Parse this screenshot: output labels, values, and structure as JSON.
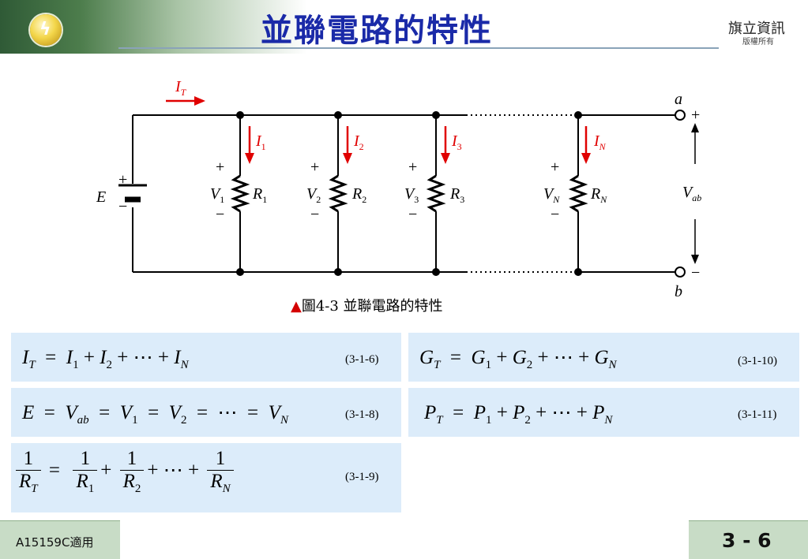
{
  "header": {
    "title": "並聯電路的特性",
    "publisher": "旗立資訊",
    "rights": "版權所有",
    "colors": {
      "title": "#1a2aa8",
      "header_band": "#2f5a36",
      "footer": "#c8dcc6",
      "equation_box": "#dcecfa",
      "current_arrow": "#e00000"
    }
  },
  "circuit": {
    "total_current": {
      "symbol": "I",
      "sub": "T"
    },
    "source": "E",
    "plus": "+",
    "minus": "−",
    "terminal_a": "a",
    "terminal_b": "b",
    "output_voltage": {
      "symbol": "V",
      "sub": "ab"
    },
    "branches": [
      {
        "current": "I",
        "current_sub": "1",
        "voltage": "V",
        "voltage_sub": "1",
        "resistor": "R",
        "resistor_sub": "1"
      },
      {
        "current": "I",
        "current_sub": "2",
        "voltage": "V",
        "voltage_sub": "2",
        "resistor": "R",
        "resistor_sub": "2"
      },
      {
        "current": "I",
        "current_sub": "3",
        "voltage": "V",
        "voltage_sub": "3",
        "resistor": "R",
        "resistor_sub": "3"
      },
      {
        "current": "I",
        "current_sub": "N",
        "voltage": "V",
        "voltage_sub": "N",
        "resistor": "R",
        "resistor_sub": "N"
      }
    ]
  },
  "caption": {
    "marker": "▲",
    "text": "圖4-3  並聯電路的特性"
  },
  "equations": {
    "eq_3_1_6": "(3-1-6)",
    "eq_3_1_8": "(3-1-8)",
    "eq_3_1_9": "(3-1-9)",
    "eq_3_1_10": "(3-1-10)",
    "eq_3_1_11": "(3-1-11)"
  },
  "footer": {
    "left": "A15159C適用",
    "page": "3 - 6"
  }
}
